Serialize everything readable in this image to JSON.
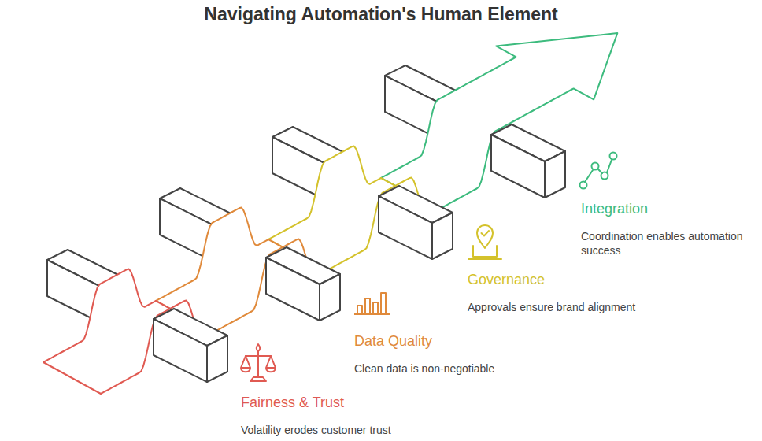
{
  "diagram": {
    "title": "Navigating Automation's Human Element",
    "nodes": [
      {
        "text": [
          "Fairness & Trust",
          "Volatility erodes customer trust"
        ]
      },
      {
        "text": [
          "Data Quality",
          "Clean data is non-negotiable"
        ]
      },
      {
        "text": [
          "Governance",
          "Approvals ensure brand alignment"
        ]
      },
      {
        "text": [
          "Integration",
          "Coordination enables automation success"
        ]
      }
    ]
  }
}
